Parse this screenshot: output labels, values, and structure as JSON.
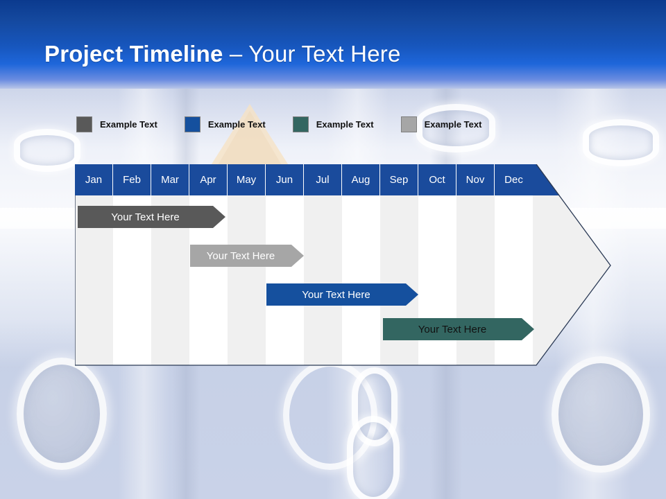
{
  "slide": {
    "title_strong": "Project Timeline",
    "title_separator": " – ",
    "title_light": "Your Text Here"
  },
  "colors": {
    "header_blue": "#1a4b9c",
    "banner_top": "#0b3a8e",
    "banner_bottom": "#1e66da",
    "series_gray_dark": "#595959",
    "series_blue": "#15509e",
    "series_teal": "#336661",
    "series_gray_light": "#a6a6a6",
    "chart_body_fill": "#f0f0f0",
    "chart_outline": "#2b3a55"
  },
  "legend": {
    "items": [
      {
        "label": "Example Text",
        "color": "#595959"
      },
      {
        "label": "Example Text",
        "color": "#15509e"
      },
      {
        "label": "Example Text",
        "color": "#336661"
      },
      {
        "label": "Example Text",
        "color": "#a6a6a6"
      }
    ]
  },
  "chart_data": {
    "type": "bar",
    "title": "Project Timeline – Your Text Here",
    "xlabel": "",
    "ylabel": "",
    "categories": [
      "Jan",
      "Feb",
      "Mar",
      "Apr",
      "May",
      "Jun",
      "Jul",
      "Aug",
      "Sep",
      "Oct",
      "Nov",
      "Dec"
    ],
    "legend_position": "top",
    "grid": true,
    "series": [
      {
        "name": "Example Text",
        "label": "Your  Text Here",
        "color": "#595959",
        "text_color": "#ffffff",
        "start_month": "Jan",
        "end_month": "Apr",
        "start_index": 0,
        "end_index": 3.85,
        "row": 0
      },
      {
        "name": "Example Text",
        "label": "Your  Text Here",
        "color": "#a6a6a6",
        "text_color": "#ffffff",
        "start_month": "Apr",
        "end_month": "Jul",
        "start_index": 3.0,
        "end_index": 5.95,
        "row": 1
      },
      {
        "name": "Example Text",
        "label": "Your  Text Here",
        "color": "#15509e",
        "text_color": "#ffffff",
        "start_month": "Jun",
        "end_month": "Sep",
        "start_index": 5.0,
        "end_index": 8.95,
        "row": 2
      },
      {
        "name": "Example Text",
        "label": "Your Text Here",
        "color": "#336661",
        "text_color": "#111111",
        "start_month": "Sep",
        "end_month": "Dec",
        "start_index": 8.0,
        "end_index": 12.0,
        "row": 3
      }
    ]
  }
}
